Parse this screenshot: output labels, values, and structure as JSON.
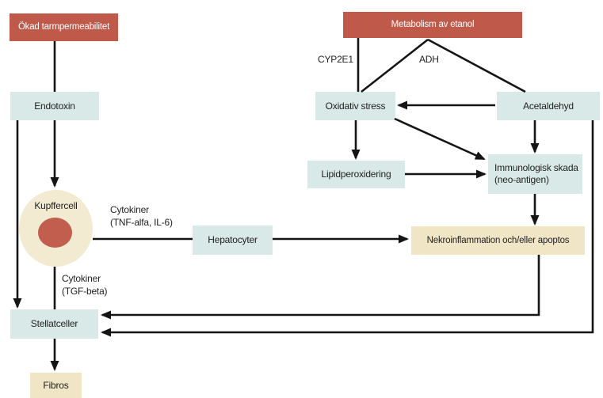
{
  "diagram": {
    "nodes": {
      "okad_tarmpermeabilitet": {
        "label": "Ökad tarmpermeabilitet"
      },
      "metabolism_av_etanol": {
        "label": "Metabolism av etanol"
      },
      "endotoxin": {
        "label": "Endotoxin"
      },
      "oxidativ_stress": {
        "label": "Oxidativ stress"
      },
      "acetaldehyd": {
        "label": "Acetaldehyd"
      },
      "lipidperoxidering": {
        "label": "Lipidperoxidering"
      },
      "immunologisk_skada": {
        "line1": "Immunologisk skada",
        "line2": "(neo-antigen)"
      },
      "hepatocyter": {
        "label": "Hepatocyter"
      },
      "nekroinflammation": {
        "label": "Nekroinflammation och/eller apoptos"
      },
      "stellatceller": {
        "label": "Stellatceller"
      },
      "fibros": {
        "label": "Fibros"
      },
      "kupffercell": {
        "label": "Kupffercell"
      }
    },
    "edge_labels": {
      "cyp2e1": "CYP2E1",
      "adh": "ADH",
      "cytokiner_tnf": {
        "line1": "Cytokiner",
        "line2": "(TNF-alfa, IL-6)"
      },
      "cytokiner_tgf": {
        "line1": "Cytokiner",
        "line2": "(TGF-beta)"
      }
    },
    "colors": {
      "red_box": "#bf5a4b",
      "blue_box": "#d9e9e7",
      "cream_box": "#f0e5c5",
      "cell_body": "#f2ebd2",
      "cell_nucleus": "#c25e4d",
      "line": "#151515",
      "text_dark": "#222222",
      "text_light": "#ffffff"
    }
  }
}
